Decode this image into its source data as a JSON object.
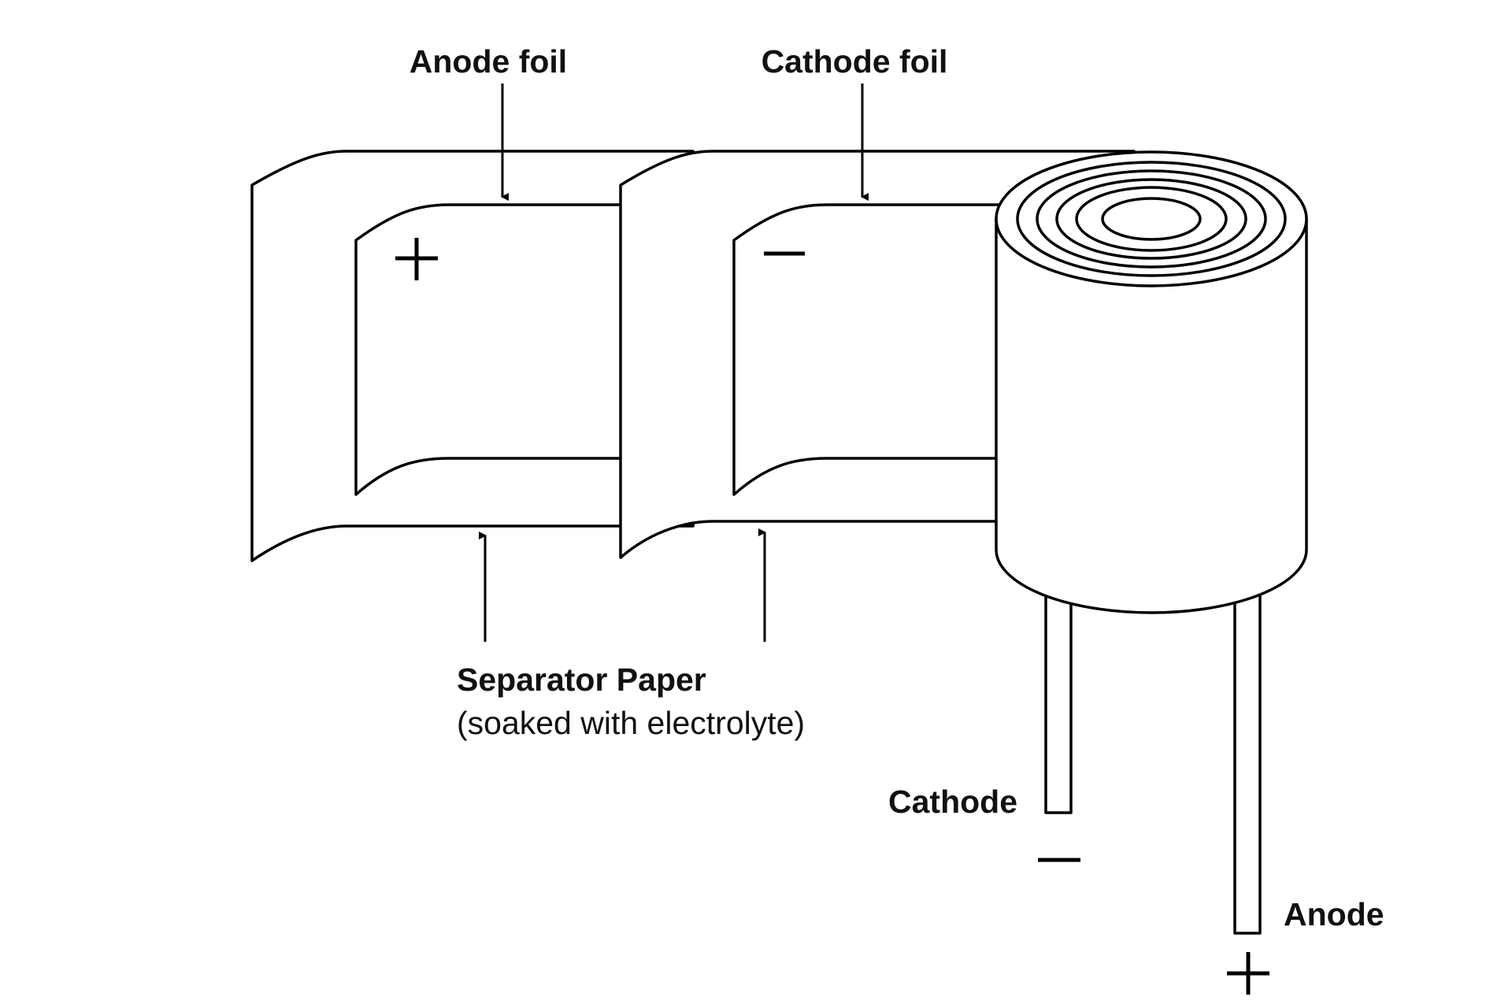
{
  "labels": {
    "anode_foil": "Anode foil",
    "cathode_foil": "Cathode foil",
    "separator_title": "Separator Paper",
    "separator_note": "(soaked with electrolyte)",
    "cathode_lead": "Cathode",
    "anode_lead": "Anode"
  },
  "polarity": {
    "anode_foil_sign": "+",
    "cathode_foil_sign": "−",
    "cathode_lead_sign": "−",
    "anode_lead_sign": "+"
  },
  "colors": {
    "line": "#000000",
    "text": "#111111",
    "background": "#ffffff"
  }
}
